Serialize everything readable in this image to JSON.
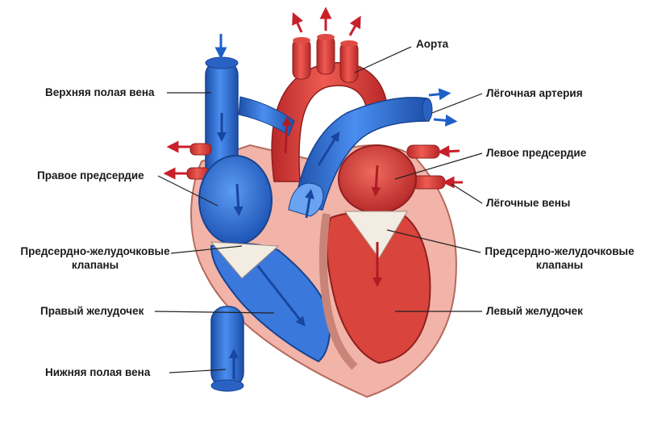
{
  "labels": {
    "aorta": "Аорта",
    "superior_vena_cava": "Верхняя полая вена",
    "pulmonary_artery": "Лёгочная артерия",
    "left_atrium": "Левое предсердие",
    "right_atrium": "Правое предсердие",
    "pulmonary_veins": "Лёгочные вены",
    "av_valves_left_line1": "Предсердно-желудочковые",
    "av_valves_left_line2": "клапаны",
    "av_valves_right_line1": "Предсердно-желудочковые",
    "av_valves_right_line2": "клапаны",
    "right_ventricle": "Правый желудочек",
    "left_ventricle": "Левый желудочек",
    "inferior_vena_cava": "Нижняя полая вена"
  },
  "colors": {
    "oxygenated": "#d93a3a",
    "deoxygenated": "#2f6fd0",
    "myocardium": "#f2b3a8",
    "arrow_red": "#c8202a",
    "arrow_blue": "#1f5fc8"
  }
}
